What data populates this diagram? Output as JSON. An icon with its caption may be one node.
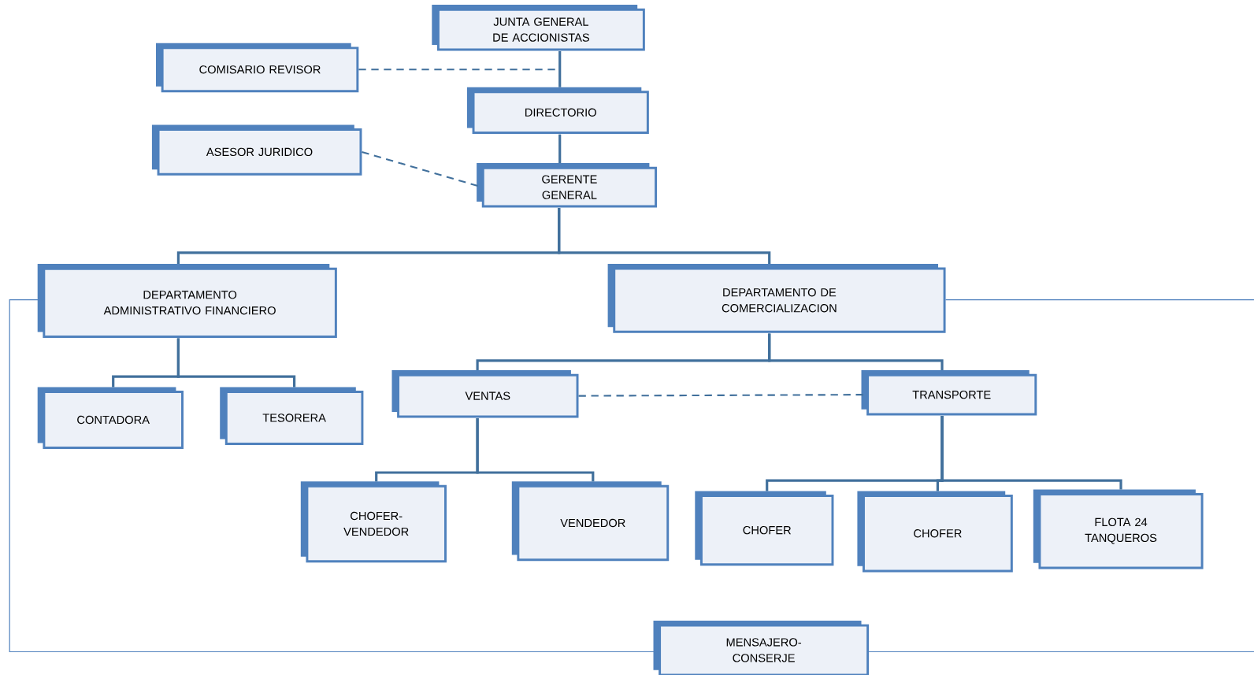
{
  "diagram": {
    "nodes": [
      {
        "text": [
          "JUNTA GENERAL DE ACCIONISTAS"
        ]
      },
      {
        "text": [
          "COMISARIO REVISOR"
        ]
      },
      {
        "text": [
          "DIRECTORIO"
        ]
      },
      {
        "text": [
          "ASESOR JURIDICO"
        ]
      },
      {
        "text": [
          "GERENTE GENERAL"
        ]
      },
      {
        "text": [
          "DEPARTAMENTO ADMINISTRATIVO FINANCIERO"
        ]
      },
      {
        "text": [
          "DEPARTAMENTO DE COMERCIALIZACION"
        ]
      },
      {
        "text": [
          "CONTADORA"
        ]
      },
      {
        "text": [
          "TESORERA"
        ]
      },
      {
        "text": [
          "VENTAS"
        ]
      },
      {
        "text": [
          "TRANSPORTE"
        ]
      },
      {
        "text": [
          "CHOFER-VENDEDOR"
        ]
      },
      {
        "text": [
          "VENDEDOR"
        ]
      },
      {
        "text": [
          "CHOFER"
        ]
      },
      {
        "text": [
          "CHOFER"
        ]
      },
      {
        "text": [
          "FLOTA 24 TANQUEROS"
        ]
      },
      {
        "text": [
          "MENSAJERO-CONSERJE"
        ]
      }
    ],
    "edges": [
      {
        "from": 0,
        "to": 2,
        "arrow": "none"
      },
      {
        "from": 1,
        "to": null,
        "arrow": "none",
        "style": "dashed"
      },
      {
        "from": 2,
        "to": 4,
        "arrow": "none"
      },
      {
        "from": 3,
        "to": 4,
        "arrow": "none",
        "style": "dashed"
      },
      {
        "from": 4,
        "to": 5,
        "arrow": "none"
      },
      {
        "from": 4,
        "to": 6,
        "arrow": "none"
      },
      {
        "from": 5,
        "to": 7,
        "arrow": "none"
      },
      {
        "from": 5,
        "to": 8,
        "arrow": "none"
      },
      {
        "from": 6,
        "to": 9,
        "arrow": "none"
      },
      {
        "from": 6,
        "to": 10,
        "arrow": "none"
      },
      {
        "from": 9,
        "to": 10,
        "arrow": "none",
        "style": "dashed"
      },
      {
        "from": 9,
        "to": 11,
        "arrow": "none"
      },
      {
        "from": 9,
        "to": 12,
        "arrow": "none"
      },
      {
        "from": 10,
        "to": 13,
        "arrow": "none"
      },
      {
        "from": 10,
        "to": 14,
        "arrow": "none"
      },
      {
        "from": 10,
        "to": 15,
        "arrow": "none"
      },
      {
        "from": 5,
        "to": 16,
        "arrow": "none",
        "color": "#4f81bd"
      },
      {
        "from": 6,
        "to": 16,
        "arrow": "none",
        "color": "#4f81bd"
      }
    ]
  }
}
